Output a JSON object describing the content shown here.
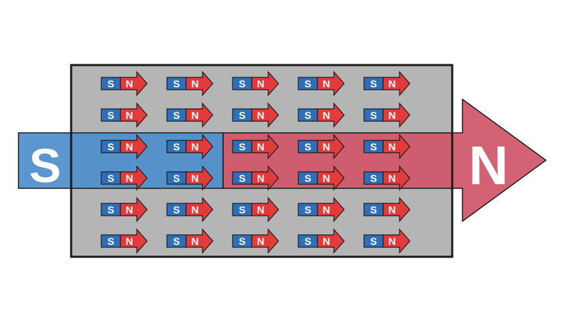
{
  "diagram": {
    "big_magnet": {
      "south_label": "S",
      "north_label": "N"
    },
    "domain": {
      "columns": 5,
      "rows": 6
    },
    "small_magnet": {
      "south_label": "S",
      "north_label": "N"
    },
    "colors": {
      "south": "#4f8fca",
      "north": "#d0566a",
      "small_south": "#2f6fb8",
      "small_north": "#e23b3b",
      "block": "#b5b5b5",
      "outline": "#1a1a1a"
    }
  }
}
